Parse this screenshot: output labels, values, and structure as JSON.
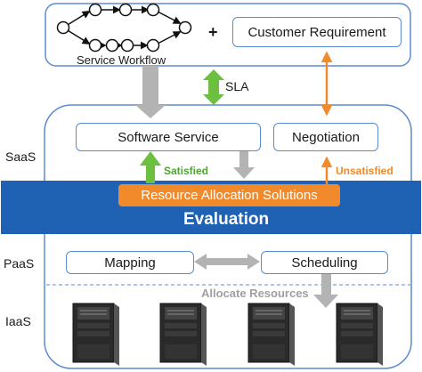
{
  "top_panel": {
    "workflow_label": "Service Workflow",
    "plus": "+",
    "customer_requirement": "Customer Requirement"
  },
  "sla_label": "SLA",
  "layers": {
    "saas": "SaaS",
    "paas": "PaaS",
    "iaas": "IaaS"
  },
  "saas": {
    "software_service": "Software Service",
    "negotiation": "Negotiation",
    "satisfied": "Satisfied",
    "unsatisfied": "Unsatisfied"
  },
  "evaluation_band": {
    "resource_allocation": "Resource Allocation Solutions",
    "evaluation": "Evaluation"
  },
  "paas": {
    "mapping": "Mapping",
    "scheduling": "Scheduling",
    "allocate_resources": "Allocate Resources"
  },
  "colors": {
    "border": "#5b8bd0",
    "evaluation_band": "#1f62b3",
    "resource_box": "#f08a2b",
    "green": "#6cbf3f",
    "orange": "#f08a2b",
    "gray": "#b3b3b3"
  },
  "icons": [
    "workflow-node-icon",
    "server-icon"
  ]
}
